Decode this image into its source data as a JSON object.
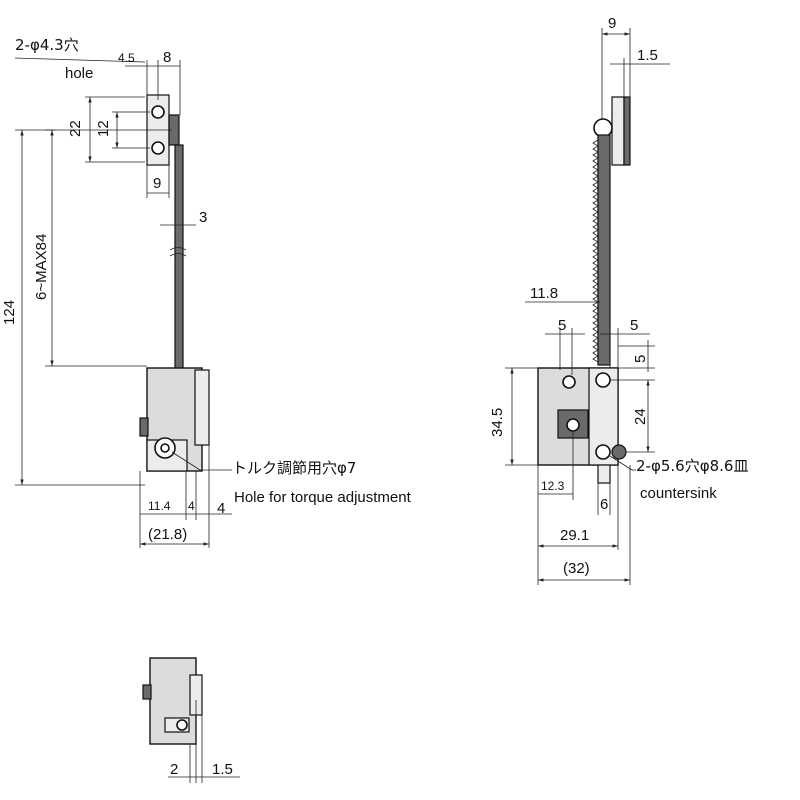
{
  "left_view": {
    "hole_label": "2-φ4.3穴",
    "hole_label_en": "hole",
    "dim_4_5": "4.5",
    "dim_8": "8",
    "dim_22": "22",
    "dim_12": "12",
    "dim_9": "9",
    "dim_3": "3",
    "dim_124": "124",
    "dim_stroke": "6~MAX84",
    "torque_label_jp": "トルク調節用穴φ7",
    "torque_label_en": "Hole for torque adjustment",
    "dim_11_4": "11.4",
    "dim_4a": "4",
    "dim_4b": "4",
    "dim_21_8": "(21.8)"
  },
  "right_view": {
    "dim_9": "9",
    "dim_1_5": "1.5",
    "dim_11_8": "11.8",
    "dim_5a": "5",
    "dim_5b": "5",
    "dim_5c": "5",
    "dim_34_5": "34.5",
    "dim_24": "24",
    "dim_12_3": "12.3",
    "dim_6": "6",
    "hole_label": "2-φ5.6穴φ8.6皿",
    "hole_label_en": "countersink",
    "dim_29_1": "29.1",
    "dim_32": "(32)"
  },
  "bottom_view": {
    "dim_2": "2",
    "dim_1_5": "1.5"
  }
}
